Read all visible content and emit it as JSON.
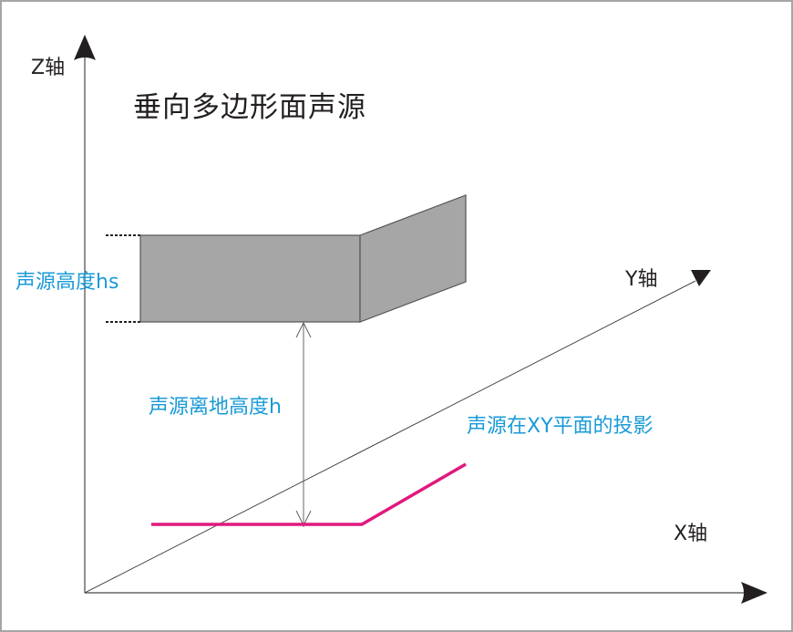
{
  "title": "垂向多边形面声源",
  "axes": {
    "z_label": "Z轴",
    "y_label": "Y轴",
    "x_label": "X轴"
  },
  "annotations": {
    "source_height": "声源高度hs",
    "source_ground_height": "声源离地高度h",
    "projection": "声源在XY平面的投影"
  },
  "colors": {
    "axis": "#231f20",
    "surface_fill": "#a6a6a6",
    "surface_stroke": "#555555",
    "annotation_text": "#1a9ad7",
    "projection_line": "#e0197d",
    "frame": "#a6a6a6"
  }
}
